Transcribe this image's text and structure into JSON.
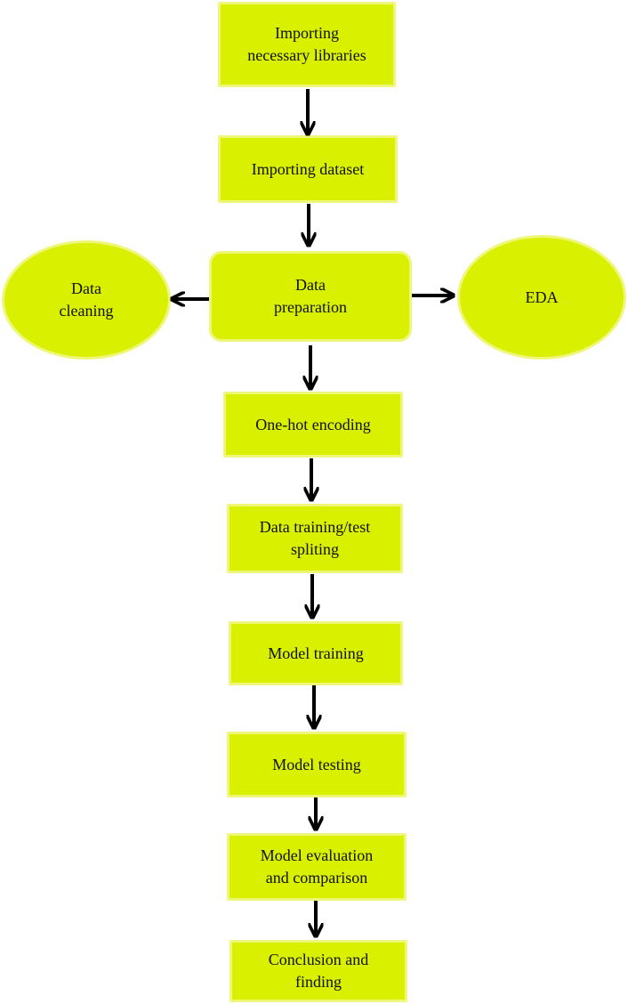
{
  "nodes": {
    "importing_libraries": "Importing\nnecessary libraries",
    "importing_dataset": "Importing dataset",
    "data_preparation": "Data\npreparation",
    "data_cleaning": "Data\ncleaning",
    "eda": "EDA",
    "one_hot_encoding": "One-hot encoding",
    "train_test_split": "Data training/test\nspliting",
    "model_training": "Model training",
    "model_testing": "Model testing",
    "model_evaluation": "Model evaluation\nand comparison",
    "conclusion": "Conclusion and\nfinding"
  },
  "colors": {
    "node_fill": "#d9f000",
    "node_border": "#eef77a",
    "arrow": "#000000"
  }
}
